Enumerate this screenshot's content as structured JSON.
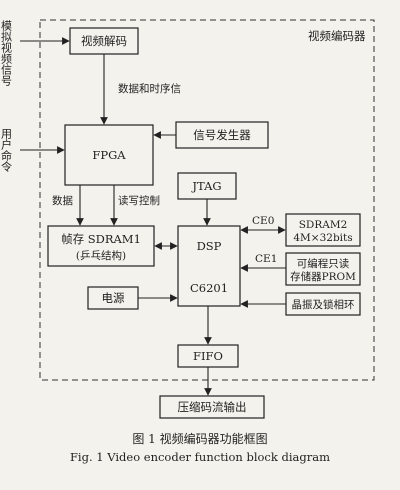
{
  "diagram": {
    "enclosure_label": "视频编码器",
    "video_input_label": "模拟视频信号",
    "user_command_label": "用户命令",
    "blocks": {
      "video_decode": "视频解码",
      "fpga": "FPGA",
      "signal_gen": "信号发生器",
      "jtag": "JTAG",
      "sdram1_line1": "帧存 SDRAM1",
      "sdram1_line2": "(乒乓结构)",
      "dsp_line1": "DSP",
      "dsp_line2": "C6201",
      "sdram2_line1": "SDRAM2",
      "sdram2_line2": "4M×32bits",
      "prom_line1": "可编程只读",
      "prom_line2": "存储器PROM",
      "crystal": "晶振及锁相环",
      "power": "电源",
      "fifo": "FIFO",
      "output": "压缩码流输出"
    },
    "edge_labels": {
      "data_timing": "数据和时序信",
      "data": "数据",
      "rw_control": "读写控制",
      "ce0": "CE0",
      "ce1": "CE1"
    }
  },
  "caption": {
    "cn": "图 1    视频编码器功能框图",
    "en": "Fig. 1    Video encoder function block diagram"
  }
}
